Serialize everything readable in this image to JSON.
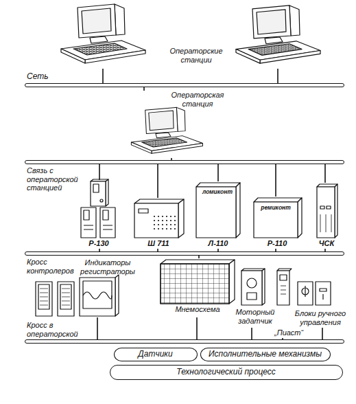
{
  "diagram": {
    "nodes": [
      {
        "text": [
          "Операторские станции"
        ]
      },
      {
        "text": [
          "Сеть"
        ]
      },
      {
        "text": [
          "Операторская станция"
        ]
      },
      {
        "text": [
          "Связь с операторской станцией"
        ]
      },
      {
        "text": [
          "Р-130"
        ]
      },
      {
        "text": [
          "Ш 711"
        ]
      },
      {
        "text": [
          "ломиконт",
          "Л-110"
        ]
      },
      {
        "text": [
          "ремиконт",
          "Р-110"
        ]
      },
      {
        "text": [
          "ЧСК"
        ]
      },
      {
        "text": [
          "Кросс контролеров"
        ]
      },
      {
        "text": [
          "Индикаторы регистраторы"
        ]
      },
      {
        "text": [
          "Мнемосхема"
        ]
      },
      {
        "text": [
          "Моторный задатчик"
        ]
      },
      {
        "text": [
          "„Пиаст“"
        ]
      },
      {
        "text": [
          "Блоки ручного управления"
        ]
      },
      {
        "text": [
          "Кросс в операторской"
        ]
      },
      {
        "text": [
          "Датчики"
        ]
      },
      {
        "text": [
          "Исполнительные механизмы"
        ]
      },
      {
        "text": [
          "Технологический процесс"
        ]
      }
    ],
    "edges": [
      {
        "from": 0,
        "to": 1,
        "arrow": "none"
      },
      {
        "from": 0,
        "to": 1,
        "arrow": "none"
      },
      {
        "from": 1,
        "to": 2,
        "arrow": "none"
      },
      {
        "from": 2,
        "to": 3,
        "arrow": "none"
      },
      {
        "from": 3,
        "to": 4,
        "arrow": "none"
      },
      {
        "from": 3,
        "to": 5,
        "arrow": "none"
      },
      {
        "from": 3,
        "to": 6,
        "arrow": "none"
      },
      {
        "from": 3,
        "to": 7,
        "arrow": "none"
      },
      {
        "from": 3,
        "to": 8,
        "arrow": "none"
      },
      {
        "from": 4,
        "to": 9,
        "arrow": "none"
      },
      {
        "from": 5,
        "to": 9,
        "arrow": "none"
      },
      {
        "from": 6,
        "to": 9,
        "arrow": "none"
      },
      {
        "from": 7,
        "to": 9,
        "arrow": "none"
      },
      {
        "from": 8,
        "to": 9,
        "arrow": "none"
      },
      {
        "from": 9,
        "to": 11,
        "arrow": "none"
      },
      {
        "from": 10,
        "to": 15,
        "arrow": "none"
      },
      {
        "from": 11,
        "to": 15,
        "arrow": "none"
      },
      {
        "from": 12,
        "to": 15,
        "arrow": "none"
      },
      {
        "from": 13,
        "to": 15,
        "arrow": "none"
      },
      {
        "from": 14,
        "to": 15,
        "arrow": "none"
      }
    ]
  }
}
